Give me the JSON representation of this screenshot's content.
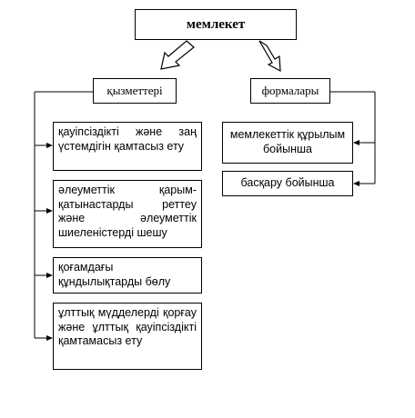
{
  "diagram": {
    "root": "мемлекет",
    "functions_header": "қызметтері",
    "forms_header": "формалары",
    "functions": [
      "қауіпсіздікті және заң үстемдігін қамтасыз ету",
      "әлеуметтік қарым-қатынастарды реттеу және әлеуметтік шиеленістерді шешу",
      "қоғамдағы құндылықтарды бөлу",
      "ұлттық мүдделерді қорғау және ұлттық қауіпсіздікті қамтамасыз ету"
    ],
    "forms": [
      "мемлекеттік құрылым бойынша",
      "басқару бойынша"
    ]
  }
}
